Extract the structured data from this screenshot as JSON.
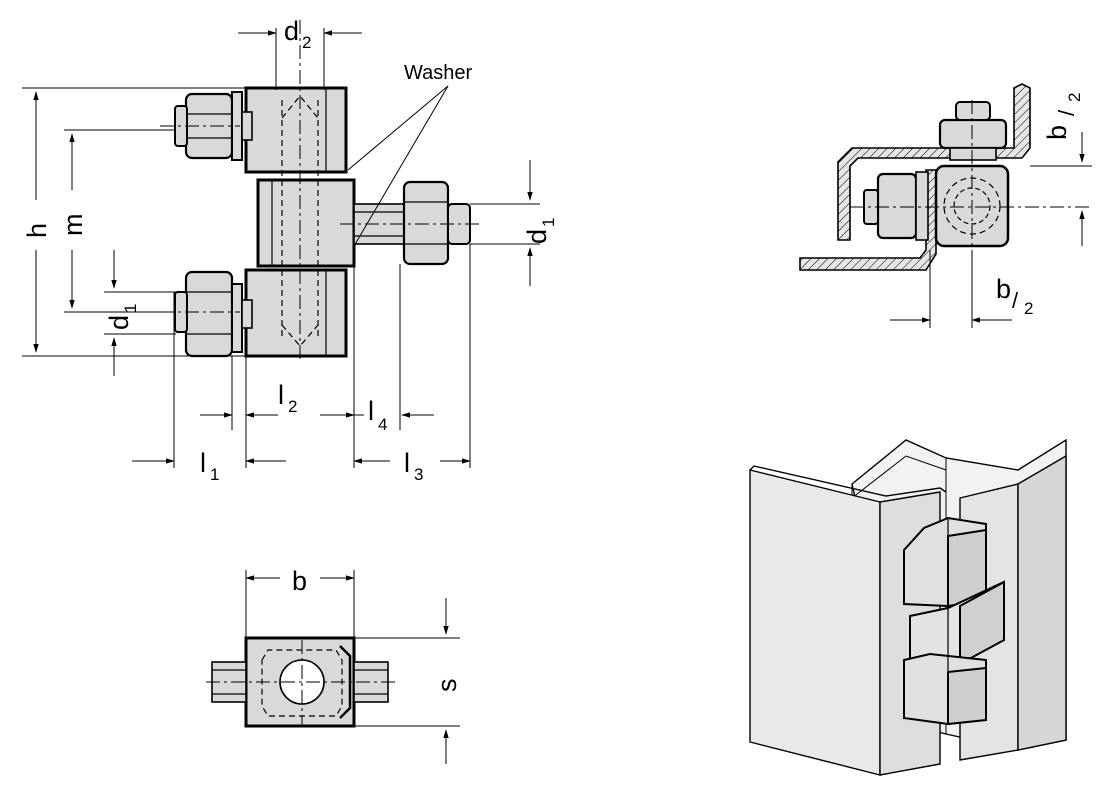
{
  "labels": {
    "washer": "Washer",
    "h": "h",
    "m": "m",
    "d": "d",
    "sub_1": "1",
    "sub_2": "2",
    "sub_3": "3",
    "sub_4": "4",
    "l": "l",
    "b": "b",
    "s": "s",
    "b_half_num": "b",
    "b_half_den": "2"
  },
  "colors": {
    "part_fill": "#d9d9d9",
    "line": "#000000",
    "background": "#ffffff"
  },
  "icons": [
    "arrowhead",
    "hatch-pattern"
  ]
}
